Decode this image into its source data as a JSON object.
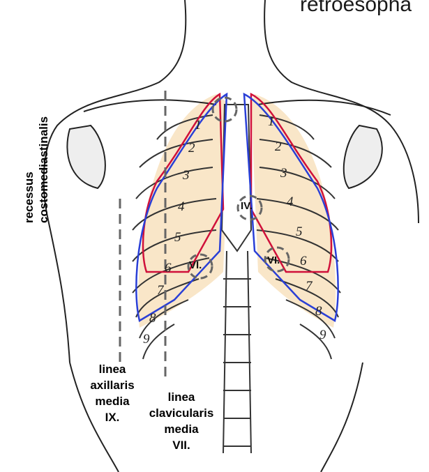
{
  "labels": {
    "top_label": "retroesopha",
    "recessus_line1": "recessus",
    "recessus_line2": "costomediastinalis",
    "axillaris": [
      "linea",
      "axillaris",
      "media",
      "IX."
    ],
    "clavicularis": [
      "linea",
      "clavicularis",
      "media",
      "VII."
    ]
  },
  "markers": {
    "iv": "IV.",
    "vi_left": "VI.",
    "vi_right": "VI."
  },
  "ribs_left": [
    "1",
    "2",
    "3",
    "4",
    "5",
    "6",
    "7",
    "8",
    "9"
  ],
  "ribs_right": [
    "1",
    "2",
    "3",
    "4",
    "5",
    "6",
    "7",
    "8",
    "9"
  ],
  "colors": {
    "pleura_line": "#d0103a",
    "lung_line": "#2a3fd6",
    "guide_dash": "#666666",
    "lung_fill": "#f6dcb0"
  }
}
